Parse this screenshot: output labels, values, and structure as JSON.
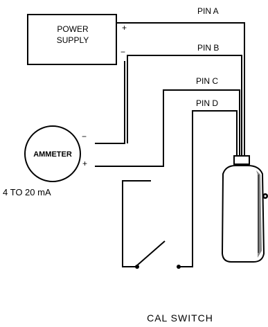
{
  "power_supply": {
    "line1": "POWER",
    "line2": "SUPPLY",
    "plus": "+",
    "minus": "−"
  },
  "pins": {
    "a": "PIN A",
    "b": "PIN B",
    "c": "PIN C",
    "d": "PIN D"
  },
  "ammeter": {
    "label": "AMMETER",
    "minus": "−",
    "plus": "+",
    "range": "4 TO 20 mA"
  },
  "switch_label": "CAL SWITCH"
}
